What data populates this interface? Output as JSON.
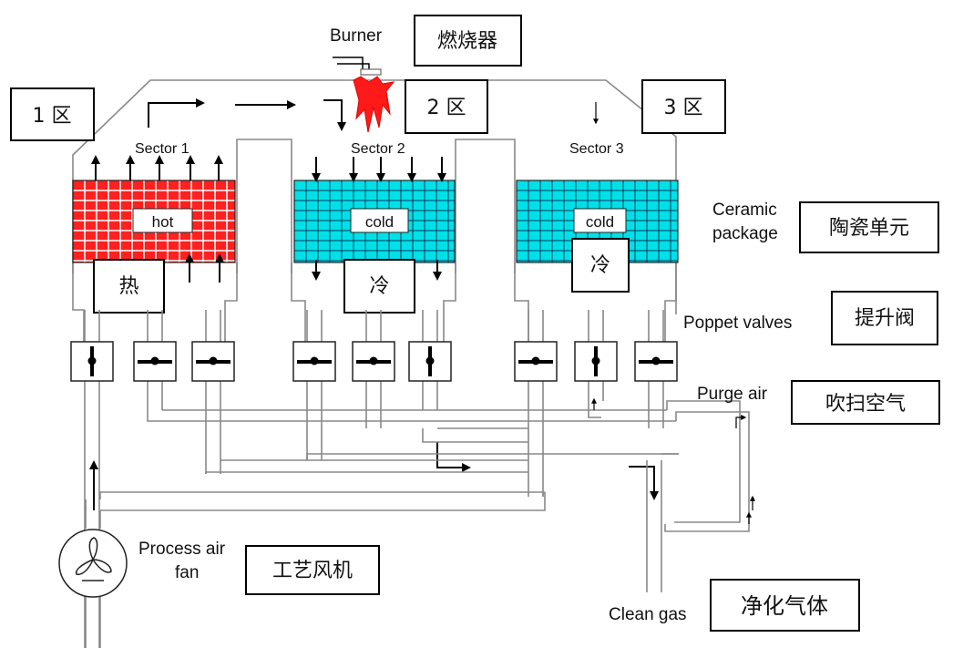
{
  "title_labels": {
    "burner_en": "Burner",
    "burner_cn": "燃烧器",
    "zone1": "1 区",
    "zone2": "2 区",
    "zone3": "3 区",
    "sector1": "Sector 1",
    "sector2": "Sector 2",
    "sector3": "Sector 3"
  },
  "beds": [
    {
      "id": "bed-1",
      "tag": "hot",
      "cn": "热",
      "color": "#ff2020"
    },
    {
      "id": "bed-2",
      "tag": "cold",
      "cn": "冷",
      "color": "#00e0e8"
    },
    {
      "id": "bed-3",
      "tag": "cold",
      "cn": "冷",
      "color": "#00e0e8"
    }
  ],
  "side_labels": {
    "ceramic_en_1": "Ceramic",
    "ceramic_en_2": "package",
    "ceramic_cn": "陶瓷单元",
    "poppet_en": "Poppet valves",
    "poppet_cn": "提升阀",
    "purge_en": "Purge air",
    "purge_cn": "吹扫空气",
    "fan_en_1": "Process air",
    "fan_en_2": "fan",
    "fan_cn": "工艺风机",
    "clean_en": "Clean gas",
    "clean_cn": "净化气体"
  },
  "valves": [
    {
      "state": "open"
    },
    {
      "state": "closed"
    },
    {
      "state": "closed"
    },
    {
      "state": "closed"
    },
    {
      "state": "closed"
    },
    {
      "state": "open"
    },
    {
      "state": "closed"
    },
    {
      "state": "open"
    },
    {
      "state": "closed"
    }
  ],
  "colors": {
    "hot": "#ff2020",
    "cold": "#00e0e8",
    "flame": "#ff1a1a",
    "pipe": "#888888"
  }
}
